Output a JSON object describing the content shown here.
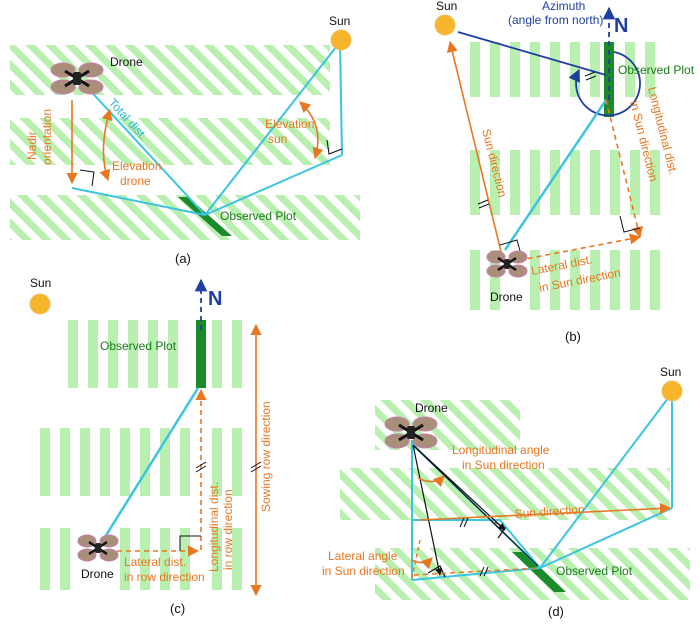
{
  "panels": {
    "a": {
      "tag": "(a)",
      "sun": "Sun",
      "drone": "Drone",
      "observed_plot": "Observed Plot",
      "total_dist": "Total dist.",
      "nadir_l1": "Nadir",
      "nadir_l2": "orientation",
      "elev_drone_l1": "Elevation",
      "elev_drone_l2": "drone",
      "elev_sun_l1": "Elevation",
      "elev_sun_l2": "sun"
    },
    "b": {
      "tag": "(b)",
      "sun": "Sun",
      "drone": "Drone",
      "north": "N",
      "azimuth_l1": "Azimuth",
      "azimuth_l2": "(angle from north)",
      "observed_plot": "Observed Plot",
      "sun_direction": "Sun direction",
      "long_l1": "Longitudinal dist.",
      "long_l2": "in Sun direction",
      "lat_l1": "Lateral dist.",
      "lat_l2": "in Sun direction"
    },
    "c": {
      "tag": "(c)",
      "sun": "Sun",
      "drone": "Drone",
      "north": "N",
      "observed_plot": "Observed Plot",
      "long_l1": "Longitudinal dist.",
      "long_l2": "in row direction",
      "lat_l1": "Lateral dist.",
      "lat_l2": "in row direction",
      "sowing": "Sowing row direction"
    },
    "d": {
      "tag": "(d)",
      "sun": "Sun",
      "drone": "Drone",
      "observed_plot": "Observed Plot",
      "long_angle_l1": "Longitudinal angle",
      "long_angle_l2": "in Sun direction",
      "sun_direction": "Sun direction",
      "lat_angle_l1": "Lateral angle",
      "lat_angle_l2": "in Sun direction"
    }
  },
  "colors": {
    "row_fill": "#b9f0b0",
    "plot_fill": "#1a8a2a",
    "sun_fill": "#f7b52c",
    "cyan": "#3cc4e0",
    "orange": "#e87722",
    "blue": "#1f3fa0",
    "green_text": "#1a7a1a"
  },
  "icons": [
    "sun-icon",
    "drone-icon",
    "north-arrow-icon"
  ]
}
